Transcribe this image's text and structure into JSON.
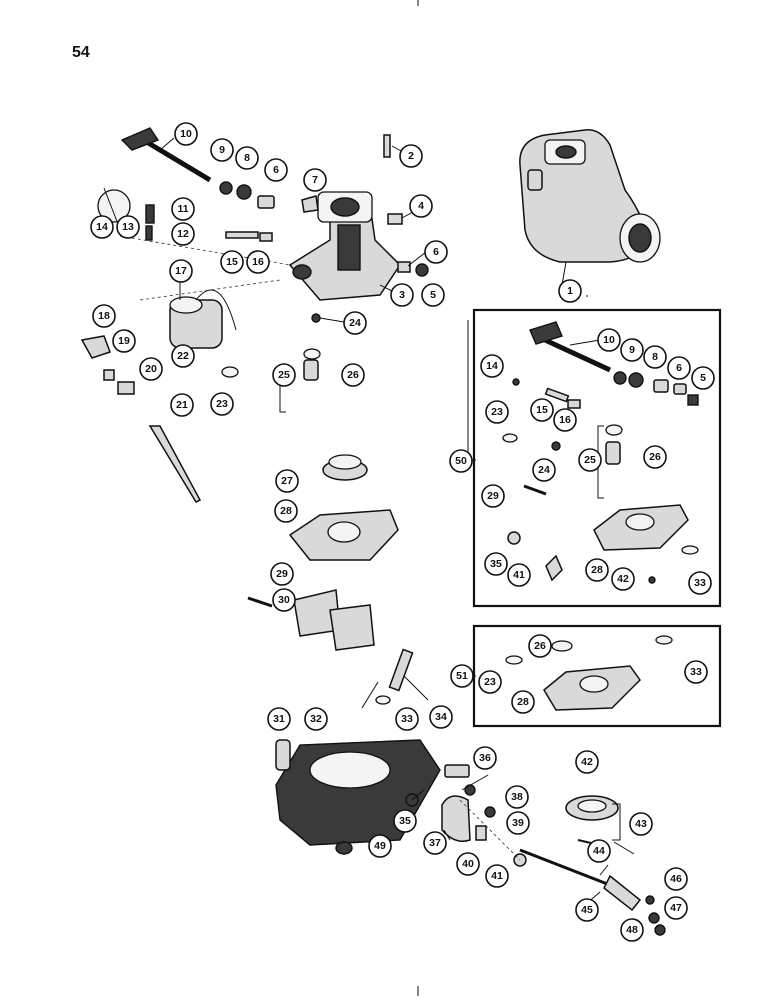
{
  "page": {
    "number": "54"
  },
  "callouts": [
    "1",
    "2",
    "3",
    "4",
    "5",
    "6",
    "7",
    "8",
    "9",
    "10",
    "11",
    "12",
    "13",
    "14",
    "15",
    "16",
    "17",
    "18",
    "19",
    "20",
    "21",
    "22",
    "23",
    "24",
    "25",
    "26",
    "27",
    "28",
    "29",
    "30",
    "31",
    "32",
    "33",
    "34",
    "35",
    "36",
    "37",
    "38",
    "39",
    "40",
    "41",
    "42",
    "43",
    "44",
    "45",
    "46",
    "47",
    "48",
    "49",
    "50",
    "51"
  ]
}
